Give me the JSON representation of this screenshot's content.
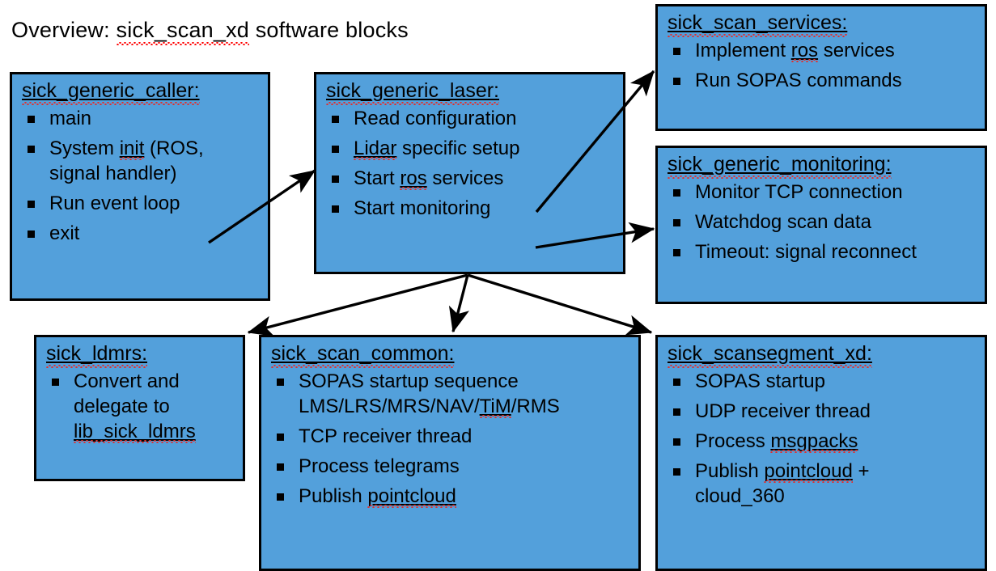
{
  "title": {
    "prefix": "Overview: ",
    "highlight": "sick_scan_xd",
    "suffix": " software blocks",
    "full": "Overview: sick_scan_xd software blocks"
  },
  "colors": {
    "block_fill": "#53a0db",
    "block_border": "#000000",
    "text": "#000000",
    "spellcheck_underline": "#e03030",
    "background": "#ffffff"
  },
  "blocks": [
    {
      "id": "sick_generic_caller",
      "title": "sick_generic_caller:",
      "items": [
        "main",
        "System init (ROS, signal handler)",
        "Run event loop",
        "exit"
      ]
    },
    {
      "id": "sick_generic_laser",
      "title": "sick_generic_laser:",
      "items": [
        "Read configuration",
        "Lidar specific setup",
        "Start ros services",
        "Start monitoring"
      ]
    },
    {
      "id": "sick_scan_services",
      "title": "sick_scan_services:",
      "items": [
        "Implement ros services",
        "Run SOPAS commands"
      ]
    },
    {
      "id": "sick_generic_monitoring",
      "title": "sick_generic_monitoring:",
      "items": [
        "Monitor TCP connection",
        "Watchdog scan data",
        "Timeout: signal reconnect"
      ]
    },
    {
      "id": "sick_ldmrs",
      "title": "sick_ldmrs:",
      "items": [
        "Convert and delegate to lib_sick_ldmrs"
      ]
    },
    {
      "id": "sick_scan_common",
      "title": "sick_scan_common:",
      "items": [
        "SOPAS startup sequence LMS/LRS/MRS/NAV/TiM/RMS",
        "TCP receiver thread",
        "Process telegrams",
        "Publish pointcloud"
      ]
    },
    {
      "id": "sick_scansegment_xd",
      "title": "sick_scansegment_xd:",
      "items": [
        "SOPAS startup",
        "UDP receiver thread",
        "Process msgpacks",
        "Publish pointcloud + cloud_360"
      ]
    }
  ],
  "caller": {
    "title": "sick_generic_caller:",
    "item_main": "main",
    "item_init_line1": "System init (ROS,",
    "item_init_line2": "signal handler)",
    "item_init_word": "init",
    "item_init_pre": "System ",
    "item_init_post": " (ROS,",
    "item_runloop": "Run event loop",
    "item_exit": "exit"
  },
  "laser": {
    "title": "sick_generic_laser:",
    "item_read": "Read configuration",
    "item_lidar_word": "Lidar",
    "item_lidar_post": " specific setup",
    "item_start_pre": "Start ",
    "item_start_word": "ros",
    "item_start_post": " services",
    "item_monitoring": "Start monitoring"
  },
  "services": {
    "title": "sick_scan_services:",
    "item_impl_pre": "Implement ",
    "item_impl_word": "ros",
    "item_impl_post": " services",
    "item_sopas": "Run SOPAS commands"
  },
  "monitoring": {
    "title": "sick_generic_monitoring:",
    "item_tcp": "Monitor TCP connection",
    "item_watchdog": "Watchdog scan data",
    "item_timeout": "Timeout: signal reconnect"
  },
  "ldmrs": {
    "title": "sick_ldmrs:",
    "item_line1": "Convert and",
    "item_line2": "delegate to",
    "item_line3": "lib_sick_ldmrs"
  },
  "common": {
    "title": "sick_scan_common:",
    "item_sopas_line1": "SOPAS startup sequence",
    "item_sopas_line2_a": "LMS/LRS/MRS/NAV/",
    "item_sopas_line2_b": "TiM",
    "item_sopas_line2_c": "/RMS",
    "item_tcp": "TCP receiver thread",
    "item_telegrams": "Process telegrams",
    "item_publish_pre": "Publish ",
    "item_publish_word": "pointcloud"
  },
  "scansegment": {
    "title": "sick_scansegment_xd:",
    "item_sopas": "SOPAS startup",
    "item_udp": "UDP receiver thread",
    "item_process_pre": "Process ",
    "item_process_word": "msgpacks",
    "item_publish_pre": "Publish ",
    "item_publish_word": "pointcloud",
    "item_publish_post": " +",
    "item_publish_line2": "cloud_360"
  },
  "arrows": [
    {
      "name": "caller-to-laser",
      "from": "sick_generic_caller",
      "to": "sick_generic_laser"
    },
    {
      "name": "laser-to-services",
      "from": "sick_generic_laser",
      "to": "sick_scan_services"
    },
    {
      "name": "laser-to-monitoring",
      "from": "sick_generic_laser",
      "to": "sick_generic_monitoring"
    },
    {
      "name": "laser-to-ldmrs",
      "from": "sick_generic_laser",
      "to": "sick_ldmrs"
    },
    {
      "name": "laser-to-scan-common",
      "from": "sick_generic_laser",
      "to": "sick_scan_common"
    },
    {
      "name": "laser-to-scansegment",
      "from": "sick_generic_laser",
      "to": "sick_scansegment_xd"
    }
  ]
}
